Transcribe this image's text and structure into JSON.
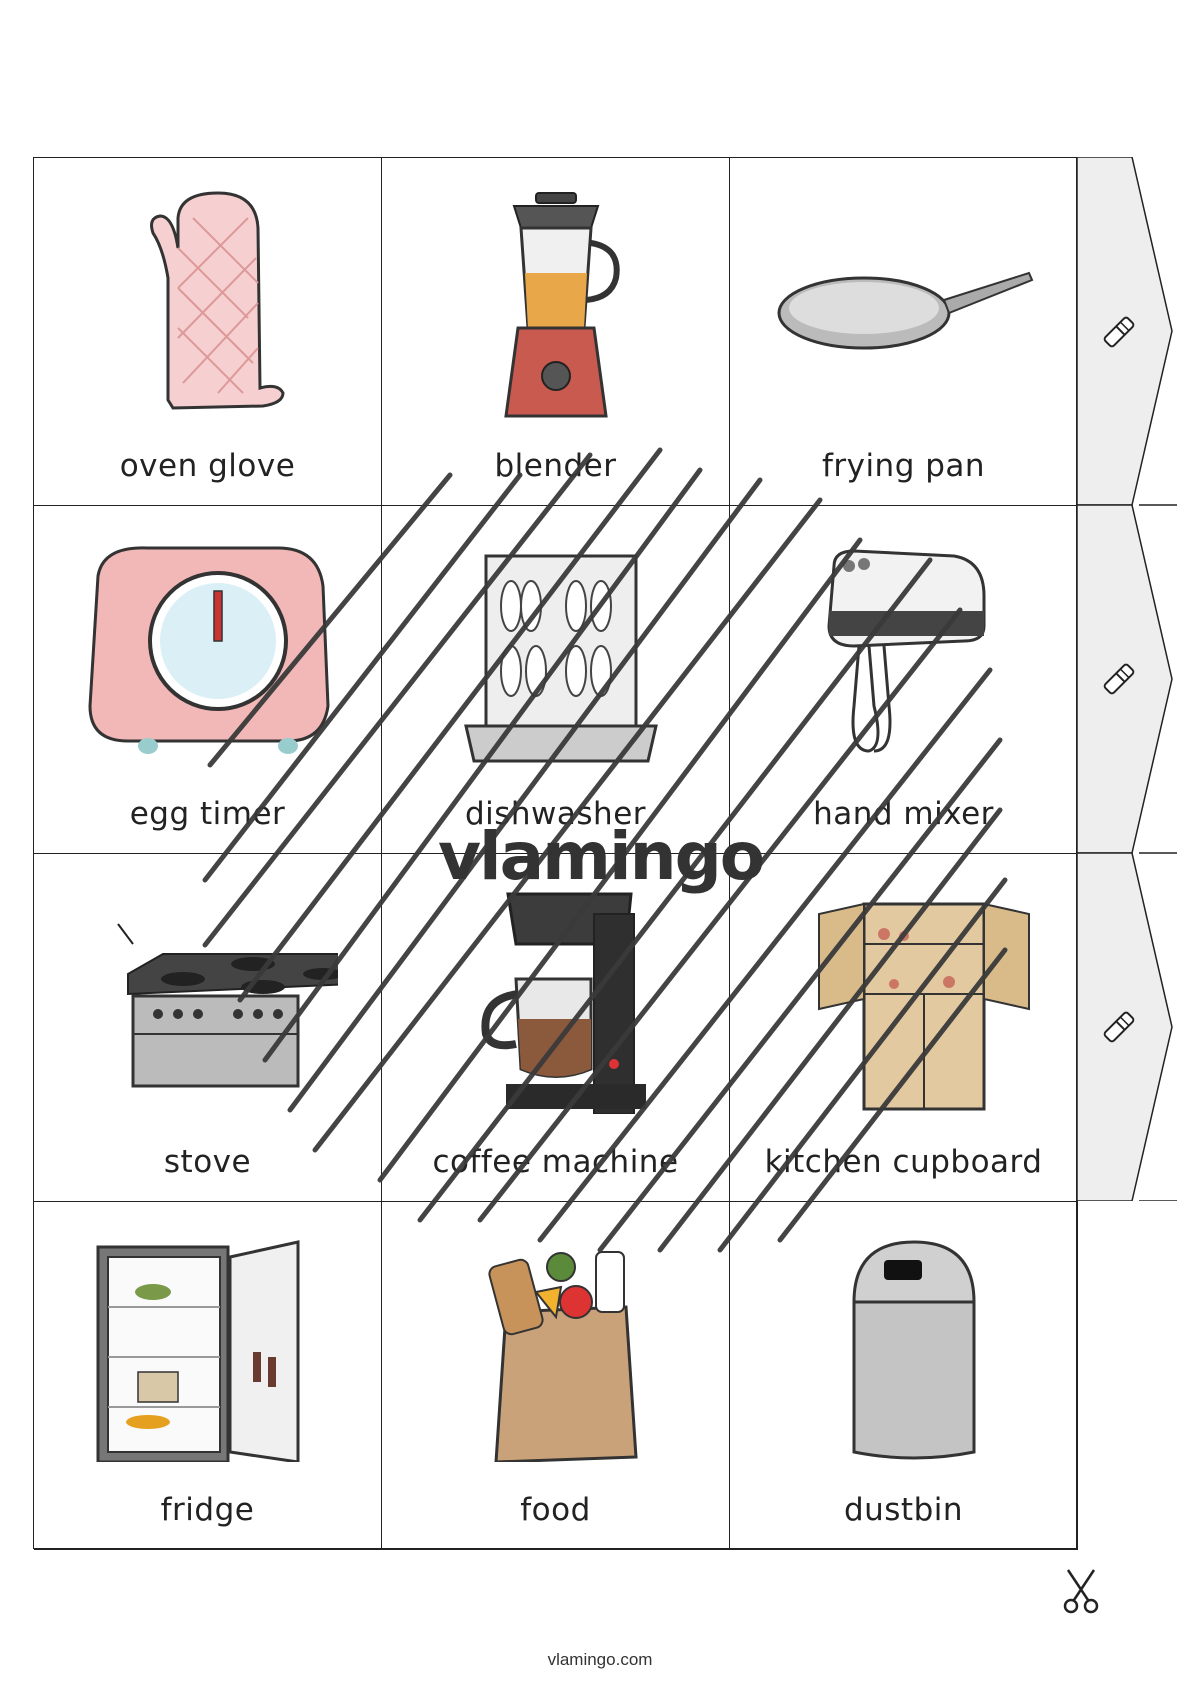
{
  "cards": [
    {
      "label": "oven glove",
      "icon": "oven-glove-icon"
    },
    {
      "label": "blender",
      "icon": "blender-icon"
    },
    {
      "label": "frying pan",
      "icon": "frying-pan-icon"
    },
    {
      "label": "egg timer",
      "icon": "egg-timer-icon"
    },
    {
      "label": "dishwasher",
      "icon": "dishwasher-icon"
    },
    {
      "label": "hand mixer",
      "icon": "hand-mixer-icon"
    },
    {
      "label": "stove",
      "icon": "stove-icon"
    },
    {
      "label": "coffee machine",
      "icon": "coffee-machine-icon"
    },
    {
      "label": "kitchen cupboard",
      "icon": "kitchen-cupboard-icon"
    },
    {
      "label": "fridge",
      "icon": "fridge-icon"
    },
    {
      "label": "food",
      "icon": "food-bag-icon"
    },
    {
      "label": "dustbin",
      "icon": "dustbin-icon"
    }
  ],
  "glue_tabs": [
    {
      "icon": "glue-stick-icon"
    },
    {
      "icon": "glue-stick-icon"
    },
    {
      "icon": "glue-stick-icon"
    }
  ],
  "watermark": {
    "logo_text": "vlamingo"
  },
  "cut_marker": {
    "icon": "scissors-icon"
  },
  "footer": {
    "site": "vlamingo.com"
  },
  "colors": {
    "line": "#222222",
    "tab_fill": "#eeeeee",
    "pink": "#f4c6c8",
    "hatch": "#3a3a3a"
  }
}
